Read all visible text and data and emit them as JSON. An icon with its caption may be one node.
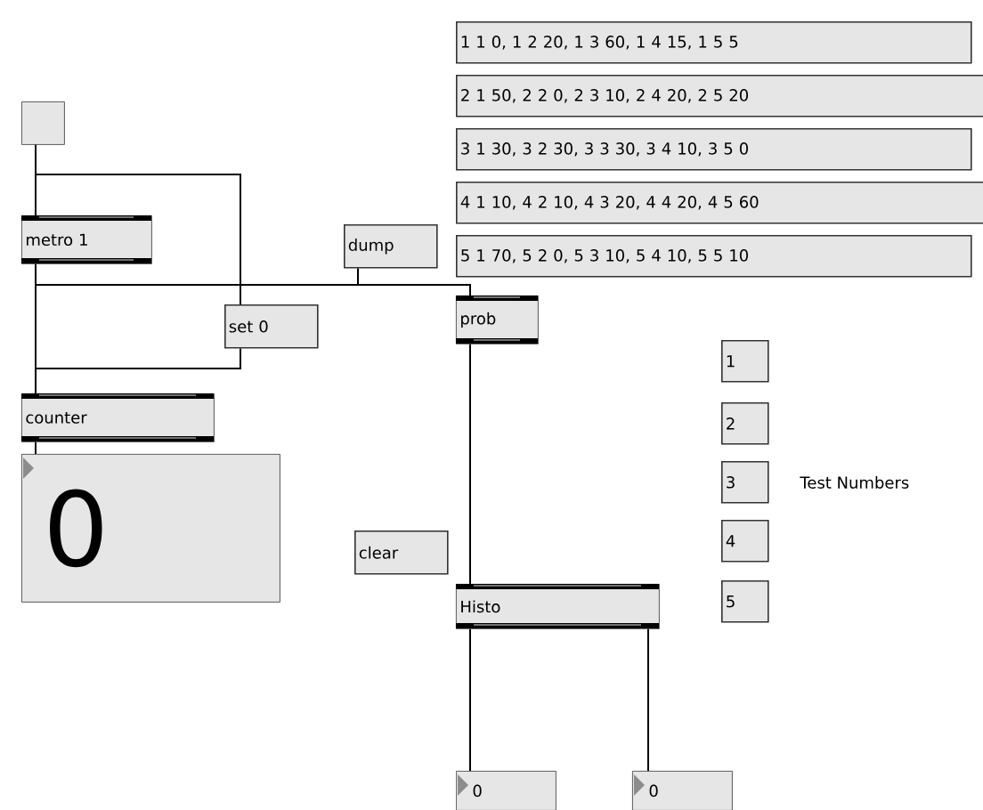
{
  "diagram": {
    "nodes": [
      {
        "text": [
          "1 1 0, 1 2 20, 1 3 60, 1 4 15, 1 5 5"
        ]
      },
      {
        "text": [
          "2 1 50, 2 2 0, 2 3 10, 2 4 20, 2 5 20"
        ]
      },
      {
        "text": [
          "3 1 30, 3 2 30, 3 3 30, 3 4 10, 3 5 0"
        ]
      },
      {
        "text": [
          "4 1 10, 4 2 10, 4 3 20, 4 4 20, 4 5 60"
        ]
      },
      {
        "text": [
          "5 1 70, 5 2 0, 5 3 10, 5 4 10, 5 5 10"
        ]
      },
      {
        "text": [],
        "shape": "box"
      },
      {
        "text": [
          "metro 1"
        ]
      },
      {
        "text": [
          "dump"
        ]
      },
      {
        "text": [
          "set 0"
        ]
      },
      {
        "text": [
          "counter"
        ]
      },
      {
        "text": [
          "0"
        ]
      },
      {
        "text": [
          "prob"
        ]
      },
      {
        "text": [
          "1"
        ]
      },
      {
        "text": [
          "2"
        ]
      },
      {
        "text": [
          "3"
        ]
      },
      {
        "text": [
          "4"
        ]
      },
      {
        "text": [
          "5"
        ]
      },
      {
        "text": [
          "clear"
        ]
      },
      {
        "text": [
          "Histo"
        ]
      },
      {
        "text": [
          "0"
        ]
      },
      {
        "text": [
          "0"
        ]
      }
    ],
    "edges": [
      {
        "from": 5,
        "to": 6,
        "arrow": "none"
      },
      {
        "from": 5,
        "to": 8,
        "arrow": "none"
      },
      {
        "from": 6,
        "to": 9,
        "arrow": "none"
      },
      {
        "from": 6,
        "to": 11,
        "arrow": "none"
      },
      {
        "from": 7,
        "to": 11,
        "arrow": "none"
      },
      {
        "from": 8,
        "to": 9,
        "arrow": "none"
      },
      {
        "from": 9,
        "to": 10,
        "arrow": "none"
      },
      {
        "from": 11,
        "to": 18,
        "arrow": "none"
      },
      {
        "from": 18,
        "to": 19,
        "arrow": "none"
      },
      {
        "from": 18,
        "to": 20,
        "arrow": "none"
      }
    ],
    "labels": [
      "Test Numbers"
    ]
  }
}
